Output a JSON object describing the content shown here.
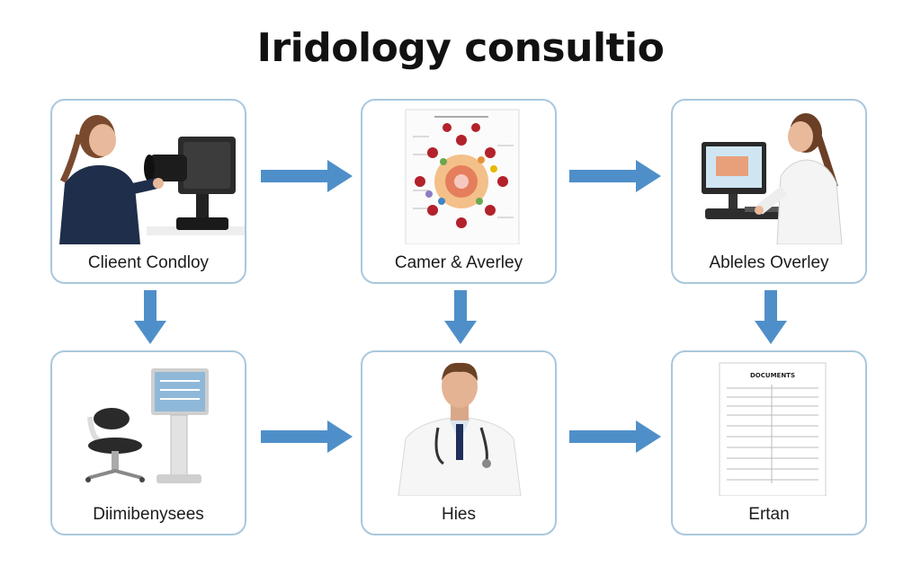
{
  "title": "Iridology consultio",
  "steps": [
    {
      "label": "Clieent Condloy",
      "icon": "camera-operator-icon"
    },
    {
      "label": "Camer & Averley",
      "icon": "iris-chart-icon"
    },
    {
      "label": "Ableles Overley",
      "icon": "computer-analyst-icon"
    },
    {
      "label": "Diimibenysees",
      "icon": "exam-chair-station-icon"
    },
    {
      "label": "Hies",
      "icon": "doctor-icon"
    },
    {
      "label": "Ertan",
      "icon": "report-document-icon"
    }
  ],
  "doc_heading": "DOCUMENTS",
  "colors": {
    "card_border": "#a9c7dd",
    "arrow": "#4f8fc9"
  }
}
